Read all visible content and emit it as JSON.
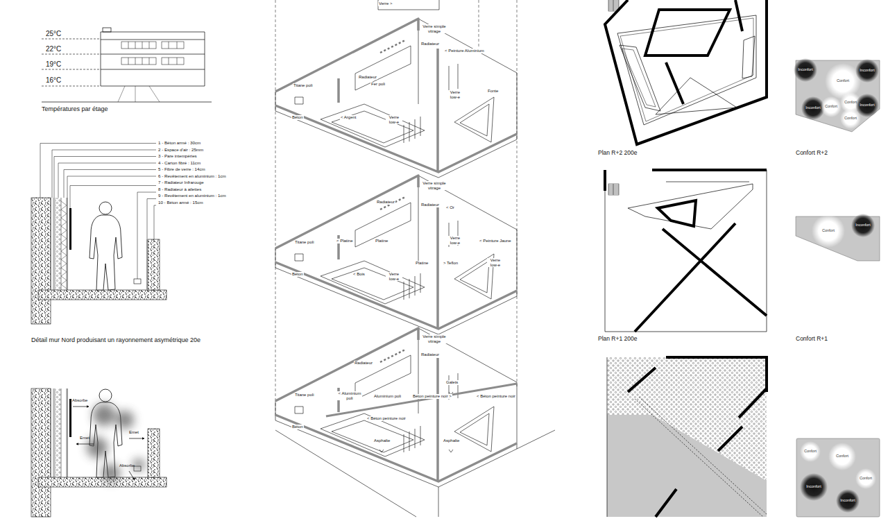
{
  "diagram": {
    "nodes": [
      {
        "text": [
          "Inconfort"
        ]
      },
      {
        "text": [
          "Confort"
        ]
      },
      {
        "text": [
          "Inconfort"
        ]
      },
      {
        "text": [
          "Inconfort"
        ]
      },
      {
        "text": [
          "Confort"
        ]
      },
      {
        "text": [
          "Confort"
        ]
      },
      {
        "text": [
          "Inconfort"
        ]
      },
      {
        "text": [
          "Confort"
        ]
      },
      {
        "text": [
          "Confort"
        ]
      },
      {
        "text": [
          "Inconfort"
        ]
      },
      {
        "text": [
          "Confort"
        ]
      },
      {
        "text": [
          "Confort"
        ]
      },
      {
        "text": [
          "Confort"
        ]
      },
      {
        "text": [
          "Inconfort"
        ]
      },
      {
        "text": [
          "Inconfort"
        ]
      }
    ],
    "labels": [
      "25°C",
      "22°C",
      "19°C",
      "16°C",
      "Températures par étage",
      "1 - Béton armé : 30cm",
      "2 - Espace d'air : 25mm",
      "3 - Pare intempéries",
      "4 - Carton fibré : 11cm",
      "5 - Fibre de verre : 14cm",
      "6 - Revêtement en aluminium : 1cm",
      "7 - Radiateur Infrarouge",
      "8 - Radiateur à ailettes",
      "9 - Revêtement en aluminium : 1cm",
      "10 - Béton armé : 15cm",
      "Détail mur Nord produisant un rayonnement asymétrique 20e",
      "Absorbe",
      "Emet",
      "Emet",
      "Absorbe",
      "Verre >",
      "Verre simple vitrage",
      "Radiateur",
      "Radiateur",
      "< Peinture Aluminium",
      "Titane poli",
      "Fer poli",
      "Verre low-e",
      "Fonte",
      "Béton",
      "< Argent",
      "Verre low-e",
      "Verre simple vitrage",
      "Radiateur",
      "Radiateur",
      "< Or",
      "Titane poli",
      "< Platine",
      "Platine",
      "Verre low-e",
      "< Peinture Jaune",
      "Platine",
      "> Teflon",
      "Verre low-e",
      "Béton",
      "< Bois",
      "Verre low-e",
      "Verre simple vitrage",
      "Radiateur",
      "Radiateur",
      "Galets",
      "Titane poli",
      "< Aluminium poli",
      "Aluminium poli",
      "Béton peinture noir >",
      "< Béton peinture noir",
      "< Béton peinture noir",
      "Béton",
      "Asphalte",
      "Asphalte",
      "Plan R+2 200e",
      "Confort R+2",
      "Plan R+1 200e",
      "Confort R+1"
    ]
  }
}
